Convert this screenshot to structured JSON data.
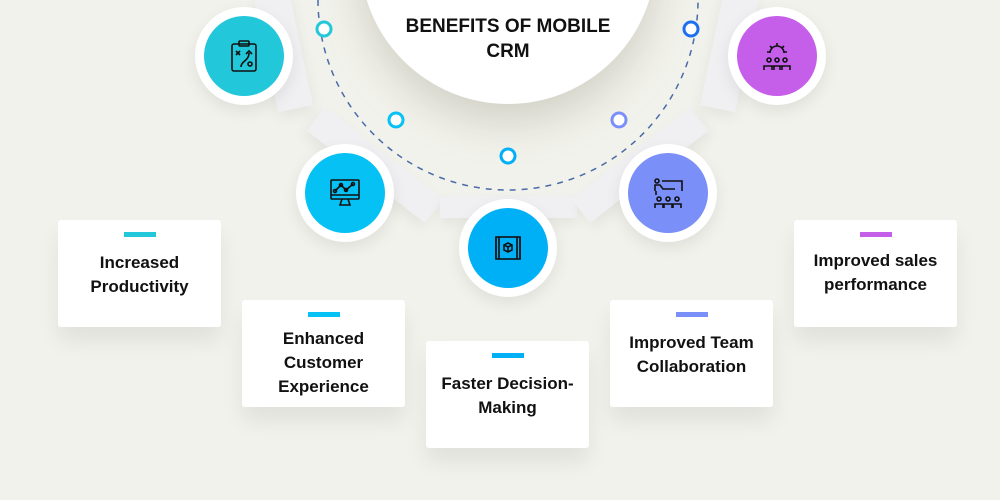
{
  "title": "BENEFITS OF MOBILE CRM",
  "colors": {
    "teal": "#22c7da",
    "sky": "#06c1f3",
    "blue": "#00b0f6",
    "periwinkle": "#7b8ff8",
    "purple": "#c55ee9",
    "dots": "#4a6aa8"
  },
  "benefits": [
    {
      "label": "Increased Productivity",
      "icon": "clipboard-strategy-icon"
    },
    {
      "label": "Enhanced Customer Experience",
      "icon": "monitor-chart-icon"
    },
    {
      "label": "Faster Decision-Making",
      "icon": "blueprint-cube-icon"
    },
    {
      "label": "Improved Team Collaboration",
      "icon": "presentation-team-icon"
    },
    {
      "label": "Improved sales performance",
      "icon": "gear-team-icon"
    }
  ]
}
